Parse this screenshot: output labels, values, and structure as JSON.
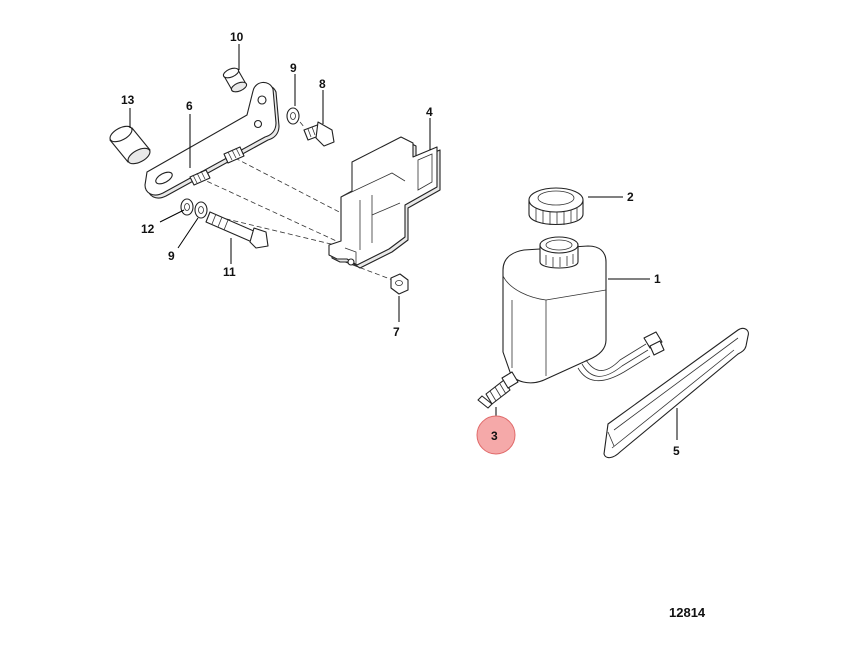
{
  "diagram": {
    "figure_number": "12814",
    "highlighted_part": "3",
    "highlight_color": "#f5a9a9",
    "highlight_stroke": "#e06a6a",
    "callouts": {
      "c1": "1",
      "c2": "2",
      "c3": "3",
      "c4": "4",
      "c5": "5",
      "c6": "6",
      "c7": "7",
      "c8": "8",
      "c9a": "9",
      "c9b": "9",
      "c10": "10",
      "c11": "11",
      "c12": "12",
      "c13": "13"
    }
  }
}
